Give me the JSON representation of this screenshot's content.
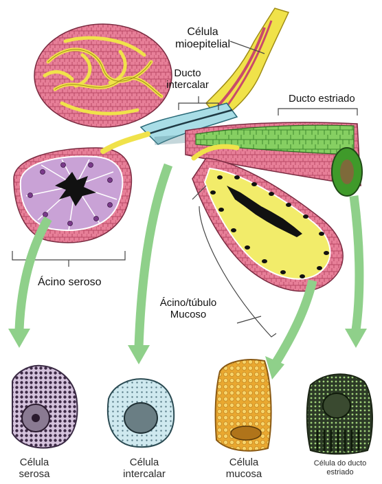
{
  "labels": {
    "celula_mioepitelial": {
      "line1": "Célula",
      "line2": "mioepitelial"
    },
    "ducto_intercalar": {
      "line1": "Ducto",
      "line2": "intercalar"
    },
    "ducto_estriado": "Ducto estriado",
    "acino_seroso": "Ácino seroso",
    "acino_tubulo_mucoso": {
      "line1": "Ácino/túbulo",
      "line2": "Mucoso"
    }
  },
  "cells": [
    {
      "line1": "Célula",
      "line2": "serosa"
    },
    {
      "line1": "Célula",
      "line2": "intercalar"
    },
    {
      "line1": "Célula",
      "line2": "mucosa"
    },
    {
      "line1": "Célula do ducto",
      "line2": "estriado"
    }
  ],
  "colors": {
    "serous": "#c9a2d6",
    "serous_outer": "#e07a92",
    "mucous": "#f2ec6a",
    "myoepithelial": "#f0e24a",
    "intercalated": "#a9dde6",
    "striated": "#7cc95a",
    "arrow": "#8fd08a"
  }
}
